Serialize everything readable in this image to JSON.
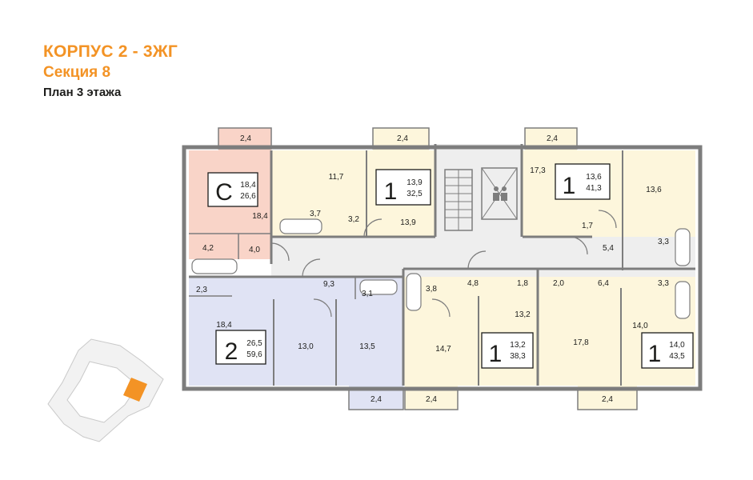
{
  "header": {
    "building": "КОРПУС 2 - 3ЖГ",
    "section": "Секция 8",
    "floor_plan": "План 3 этажа"
  },
  "colors": {
    "accent": "#f39325",
    "studio": "#f9d4c8",
    "two_room": "#e0e3f4",
    "one_room": "#fdf6dc",
    "common": "#eeeeee",
    "wall": "#7d7d7d",
    "marker": "#f39325"
  },
  "apartments": [
    {
      "id": "studio",
      "rooms_label": "С",
      "living": "18,4",
      "total": "26,6"
    },
    {
      "id": "apt-2",
      "rooms_label": "2",
      "living": "26,5",
      "total": "59,6"
    },
    {
      "id": "apt-1a",
      "rooms_label": "1",
      "living": "13,9",
      "total": "32,5"
    },
    {
      "id": "apt-1b",
      "rooms_label": "1",
      "living": "13,6",
      "total": "41,3"
    },
    {
      "id": "apt-1c",
      "rooms_label": "1",
      "living": "13,2",
      "total": "38,3"
    },
    {
      "id": "apt-1d",
      "rooms_label": "1",
      "living": "14,0",
      "total": "43,5"
    }
  ],
  "balconies": [
    "2,4",
    "2,4",
    "2,4",
    "2,4",
    "2,4",
    "2,4"
  ],
  "room_areas": {
    "studio_room": "18,4",
    "studio_bath": "4,2",
    "studio_hall": "4,0",
    "apt1a_kitchen": "11,7",
    "apt1a_hall": "3,7",
    "apt1a_bath": "3,2",
    "apt1a_room": "13,9",
    "apt1b_kitchen": "17,3",
    "apt1b_bath": "1,7",
    "apt1b_room": "13,6",
    "apt1b_hall": "5,4",
    "apt1b_wc": "3,3",
    "apt2_wc": "2,3",
    "apt2_hall": "9,3",
    "apt2_bath": "3,1",
    "apt2_kitchen": "18,4",
    "apt2_room1": "13,0",
    "apt2_room2": "13,5",
    "apt1c_bath": "3,8",
    "apt1c_hall": "4,8",
    "apt1c_closet": "1,8",
    "apt1c_room": "13,2",
    "apt1c_kitchen": "14,7",
    "apt1d_wc": "2,0",
    "apt1d_hall": "6,4",
    "apt1d_bath": "3,3",
    "apt1d_kitchen": "17,8",
    "apt1d_room": "14,0"
  }
}
